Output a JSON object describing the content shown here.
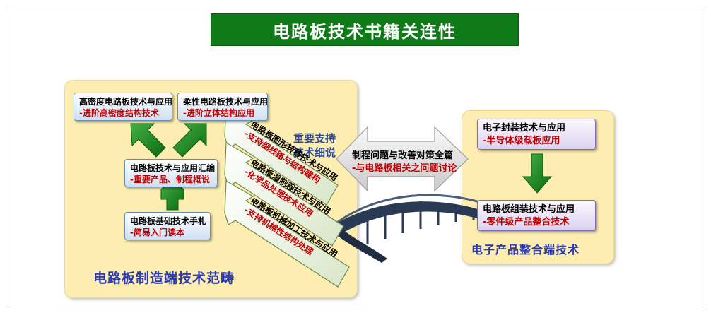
{
  "title": "电路板技术书籍关连性",
  "left_panel": {
    "label": "电路板制造端技术范畴",
    "boxes": {
      "hdi": {
        "title": "高密度电路板技术与应用",
        "sub": "-进阶高密度结构技术"
      },
      "flex": {
        "title": "柔性电路板技术与应用",
        "sub": "-进阶立体结构应用"
      },
      "compendium": {
        "title": "电路板技术与应用汇编",
        "sub": "-重要产品、制程概说"
      },
      "basics": {
        "title": "电路板基础技术手札",
        "sub": "-简易入门读本"
      }
    },
    "support_label_line1": "重要支持",
    "support_label_line2": "技术细说",
    "arrows": {
      "pattern": {
        "title": "电路板图形转移技术与应用",
        "sub": "-支持细线路与结构建构"
      },
      "wet": {
        "title": "电路板湿制程技术与应用",
        "sub": "-化学品处理技术应用"
      },
      "mech": {
        "title": "电路板机械加工技术与应用",
        "sub": "-支持机械性结构处理"
      }
    }
  },
  "middle": {
    "title": "制程问题与改善对策全篇",
    "sub": "-与电路板相关之问题讨论"
  },
  "right_panel": {
    "label": "电子产品整合端技术",
    "boxes": {
      "packaging": {
        "title": "电子封装技术与应用",
        "sub": "-半导体级载板应用"
      },
      "assembly": {
        "title": "电路板组装技术与应用",
        "sub": "-零件级产品整合技术"
      }
    }
  },
  "colors": {
    "title_bg": "#0f7a18",
    "panel_bg": "#fdedb0",
    "green_arrow": "#1e8f1e",
    "label_blue": "#2b3bb5",
    "red_text": "#c00000",
    "bridge": "#2a3a55"
  }
}
